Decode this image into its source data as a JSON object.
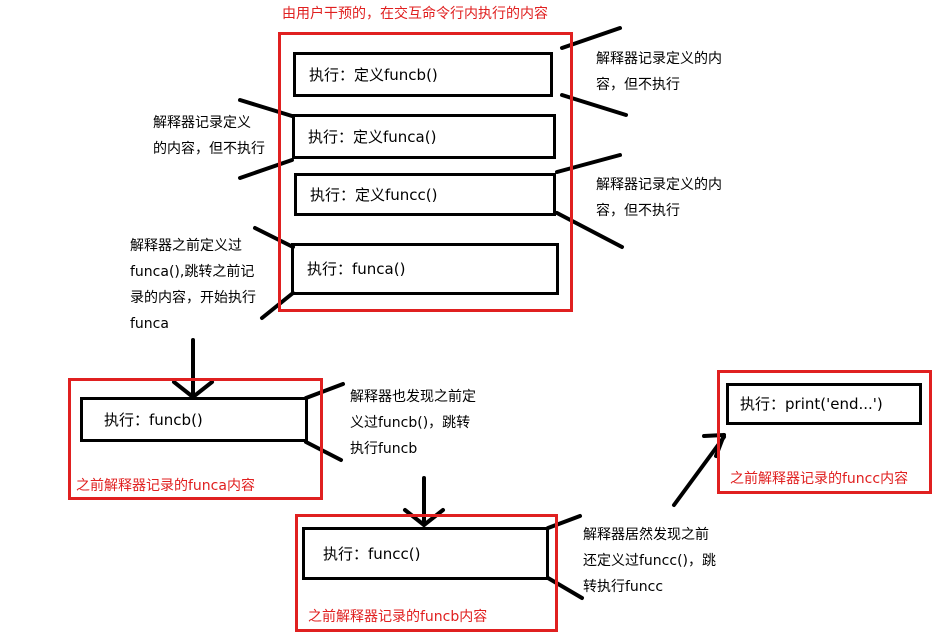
{
  "colors": {
    "frame": "#e02020",
    "box": "#000000",
    "background": "#ffffff"
  },
  "top": {
    "caption": "由用户干预的，在交互命令行内执行的内容",
    "steps": [
      "执行：定义funcb()",
      "执行：定义funca()",
      "执行：定义funcc()",
      "执行：funca()"
    ]
  },
  "notes": {
    "def_b_right": [
      "解释器记录定义的内",
      "容，但不执行"
    ],
    "def_a_left": [
      "解释器记录定义",
      "的内容，但不执行"
    ],
    "def_c_right": [
      "解释器记录定义的内",
      "容，但不执行"
    ],
    "call_a_left": [
      "解释器之前定义过",
      "funca(),跳转之前记",
      "录的内容，开始执行",
      "funca"
    ],
    "funca_right": [
      "解释器也发现之前定",
      "义过funcb()，跳转",
      "执行funcb"
    ],
    "funcb_right": [
      "解释器居然发现之前",
      "还定义过funcc()，跳",
      "转执行funcc"
    ]
  },
  "blocks": {
    "funca": {
      "step": "执行：funcb()",
      "caption": "之前解释器记录的funca内容"
    },
    "funcb": {
      "step": "执行：funcc()",
      "caption": "之前解释器记录的funcb内容"
    },
    "funcc": {
      "step": "执行：print('end...')",
      "caption": "之前解释器记录的funcc内容"
    }
  }
}
